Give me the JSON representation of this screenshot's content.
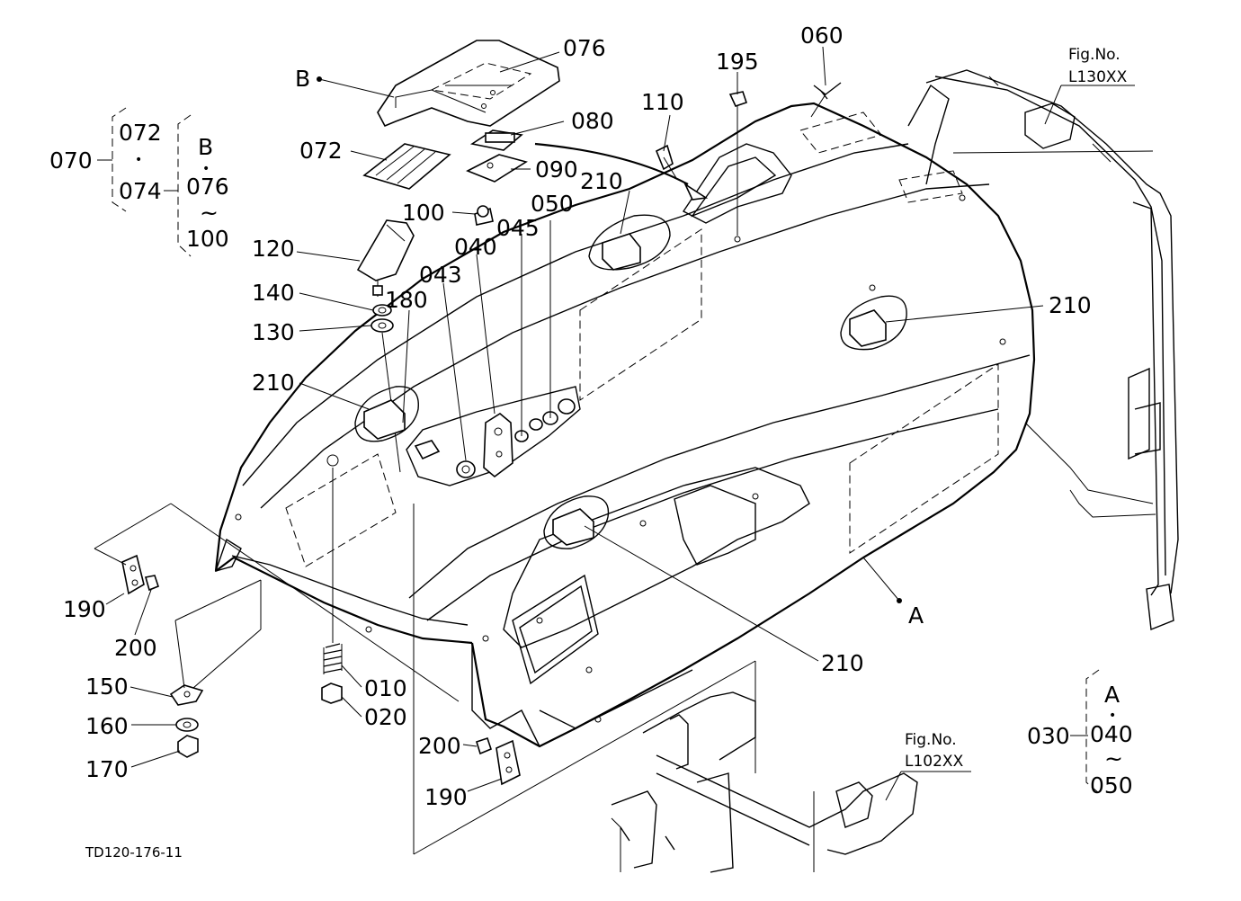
{
  "figure_code": "TD120-176-11",
  "callouts": {
    "c076": "076",
    "b_top": "B",
    "c072_group": "072",
    "c070": "070",
    "c074": "074",
    "b_group": "B",
    "c076_group": "076",
    "c100_group": "100",
    "tilde_b": "~",
    "dot_072": "•",
    "dot_b": "•",
    "c072_part": "072",
    "c080": "080",
    "c090": "090",
    "c100": "100",
    "c110": "110",
    "c195": "195",
    "c060": "060",
    "c120": "120",
    "c140": "140",
    "c130": "130",
    "c180": "180",
    "c043": "043",
    "c040": "040",
    "c045": "045",
    "c050": "050",
    "c210_top": "210",
    "c210_right": "210",
    "c210_left": "210",
    "c210_bottom": "210",
    "c190_left": "190",
    "c200_left": "200",
    "c150": "150",
    "c160": "160",
    "c170": "170",
    "c010": "010",
    "c020": "020",
    "c200_bottom": "200",
    "c190_bottom": "190",
    "a_marker": "A",
    "a_group": "A",
    "dot_a": "•",
    "c030": "030",
    "c040_group": "040",
    "tilde_a": "~",
    "c050_group": "050"
  },
  "references": {
    "fig_top_label": "Fig.No.",
    "fig_top_number": "L130XX",
    "fig_bottom_label": "Fig.No.",
    "fig_bottom_number": "L102XX"
  }
}
